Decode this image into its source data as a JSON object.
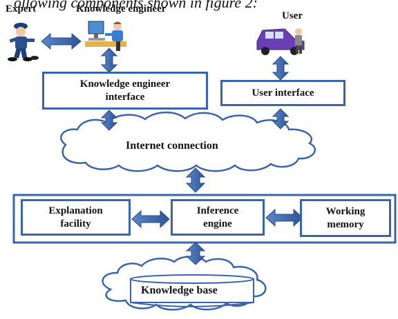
{
  "caption": "ollowing components shown in figure 2:",
  "actors": {
    "expert": "Expert",
    "knowledge_engineer": "Knowledge engineer",
    "user": "User"
  },
  "boxes": {
    "ke_interface_line1": "Knowledge engineer",
    "ke_interface_line2": "interface",
    "user_interface": "User interface",
    "explanation_line1": "Explanation",
    "explanation_line2": "facility",
    "inference_line1": "Inference",
    "inference_line2": "engine",
    "working_line1": "Working",
    "working_line2": "memory"
  },
  "clouds": {
    "internet": "Internet connection",
    "knowledge_base": "Knowledge base"
  },
  "colors": {
    "box_border": "#3a64a8",
    "arrow_fill": "#3e68ad",
    "cloud_stroke": "#3a64a8"
  }
}
